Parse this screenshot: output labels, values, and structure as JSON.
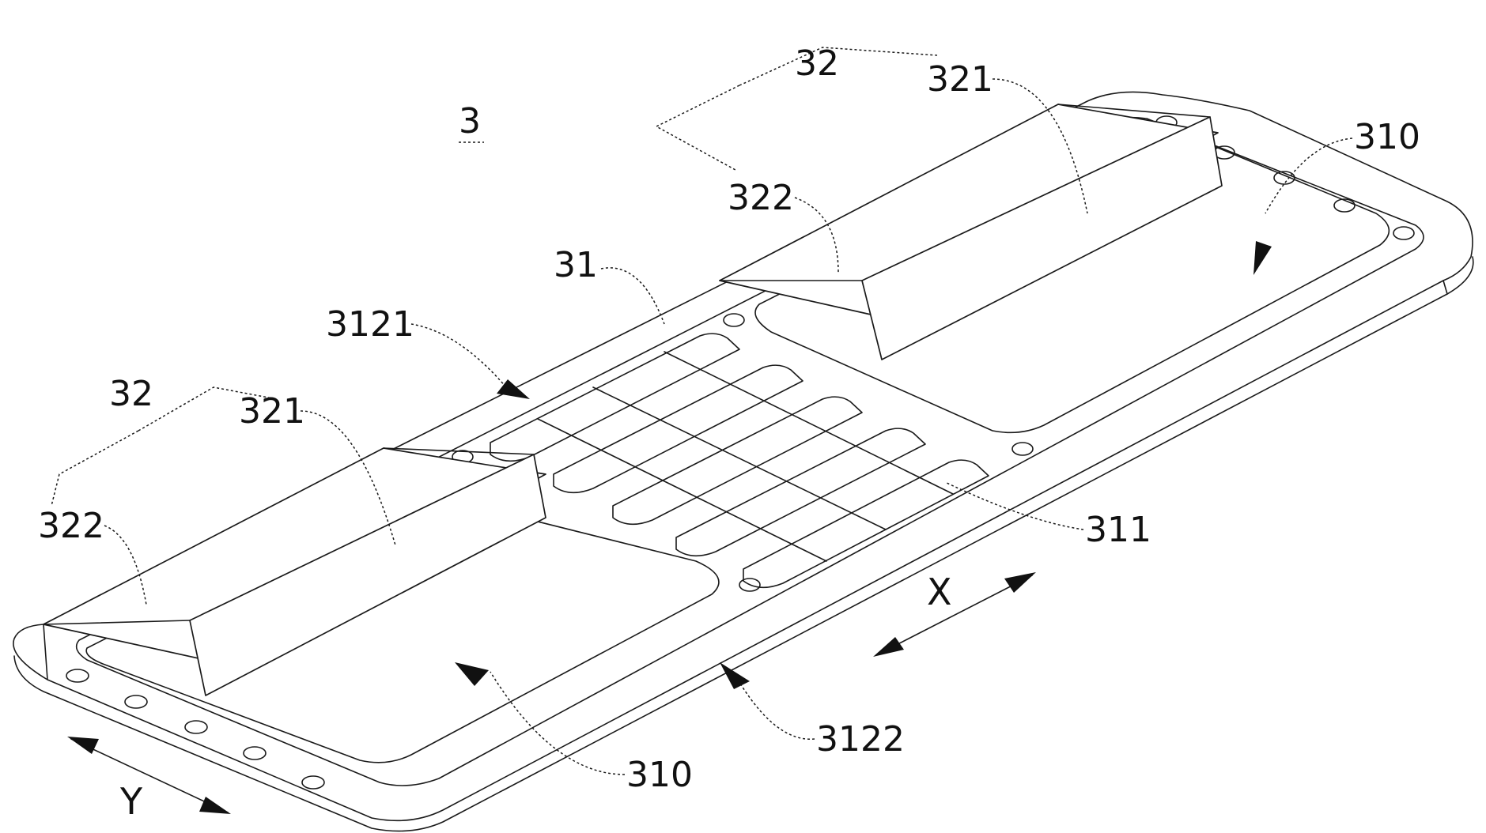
{
  "figure": {
    "main_reference": "3",
    "labels": {
      "brace_top": "32",
      "label_321_top": "321",
      "label_322_top": "322",
      "label_310_top": "310",
      "label_31": "31",
      "label_3121": "3121",
      "brace_left": "32",
      "label_321_left": "321",
      "label_322_left": "322",
      "label_311": "311",
      "label_3122": "3122",
      "label_310_bottom": "310"
    },
    "axes": {
      "x": "X",
      "y": "Y"
    }
  }
}
